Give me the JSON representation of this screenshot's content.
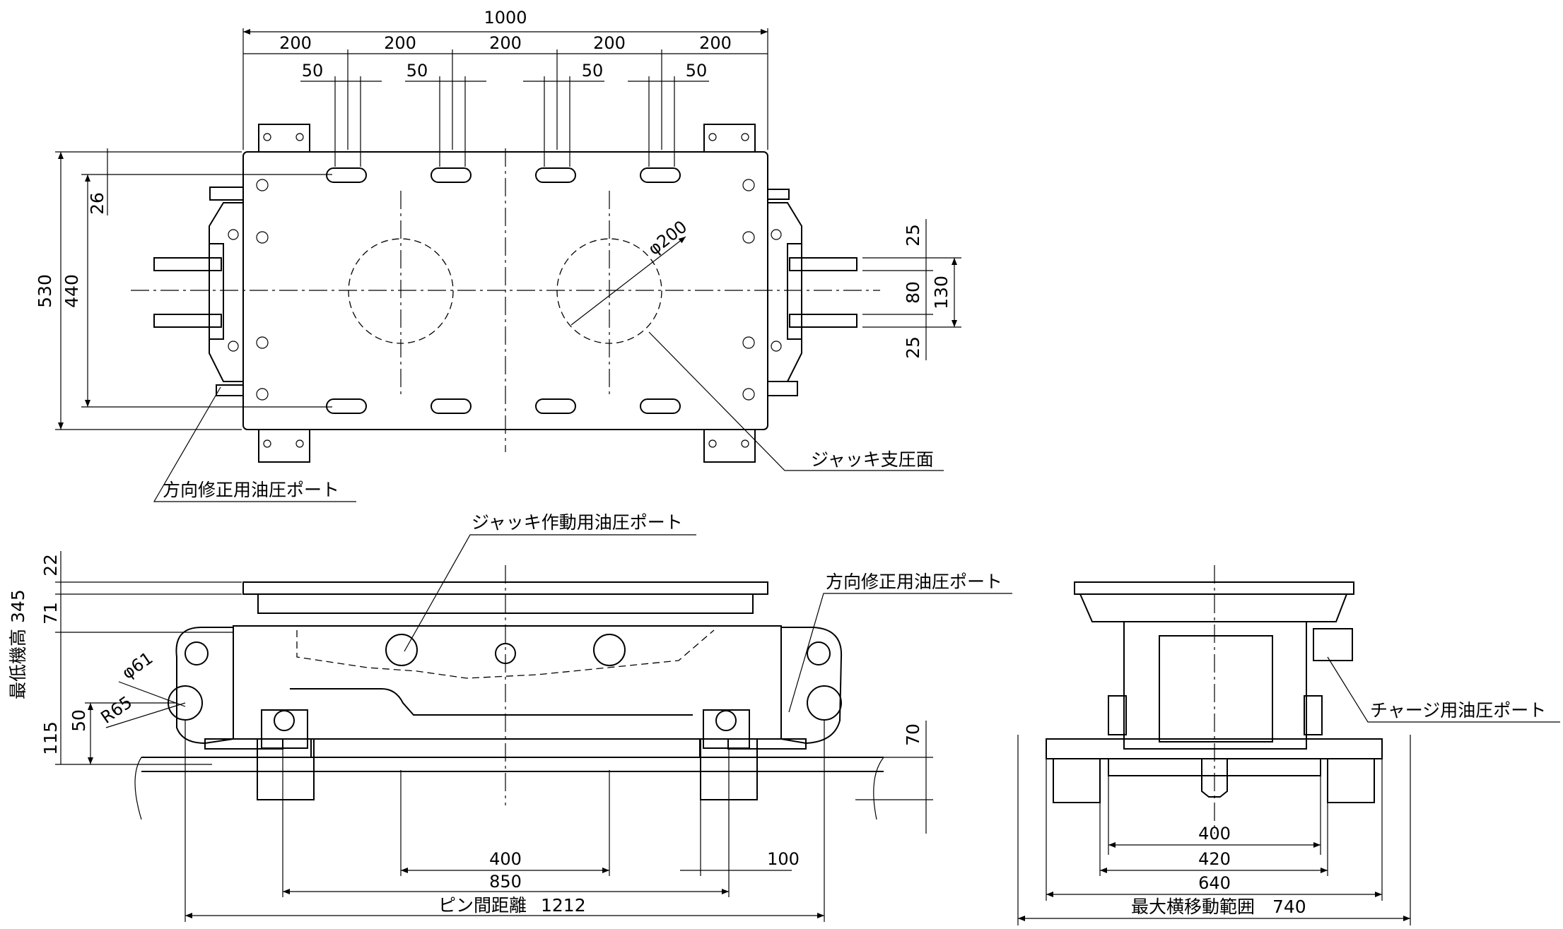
{
  "top_view": {
    "overall_width": "1000",
    "pitch_dims": [
      "200",
      "200",
      "200",
      "200",
      "200"
    ],
    "slot_dims": [
      "50",
      "50",
      "50",
      "50"
    ],
    "height_outer": "530",
    "height_inner": "440",
    "edge_offset": "26",
    "circle_label": "φ200",
    "port_dims": [
      "25",
      "80",
      "25"
    ],
    "port_total": "130",
    "jack_surface_label": "ジャッキ支圧面",
    "direction_port_label": "方向修正用油圧ポート"
  },
  "front_view": {
    "jack_port_label": "ジャッキ作動用油圧ポート",
    "direction_port_label": "方向修正用油圧ポート",
    "height_dims": [
      "22",
      "71",
      "50",
      "115"
    ],
    "min_height_label": "最低機高",
    "min_height_value": "345",
    "pin_hole_label": "φ61",
    "radius_label": "R65",
    "rail_height": "70",
    "bottom_dims": {
      "d400": "400",
      "d100": "100",
      "d850": "850",
      "pin_distance_label": "ピン間距離",
      "pin_distance_value": "1212"
    }
  },
  "side_view": {
    "charge_port_label": "チャージ用油圧ポート",
    "dims": [
      "400",
      "420",
      "640"
    ],
    "max_travel_label": "最大横移動範囲",
    "max_travel_value": "740"
  }
}
